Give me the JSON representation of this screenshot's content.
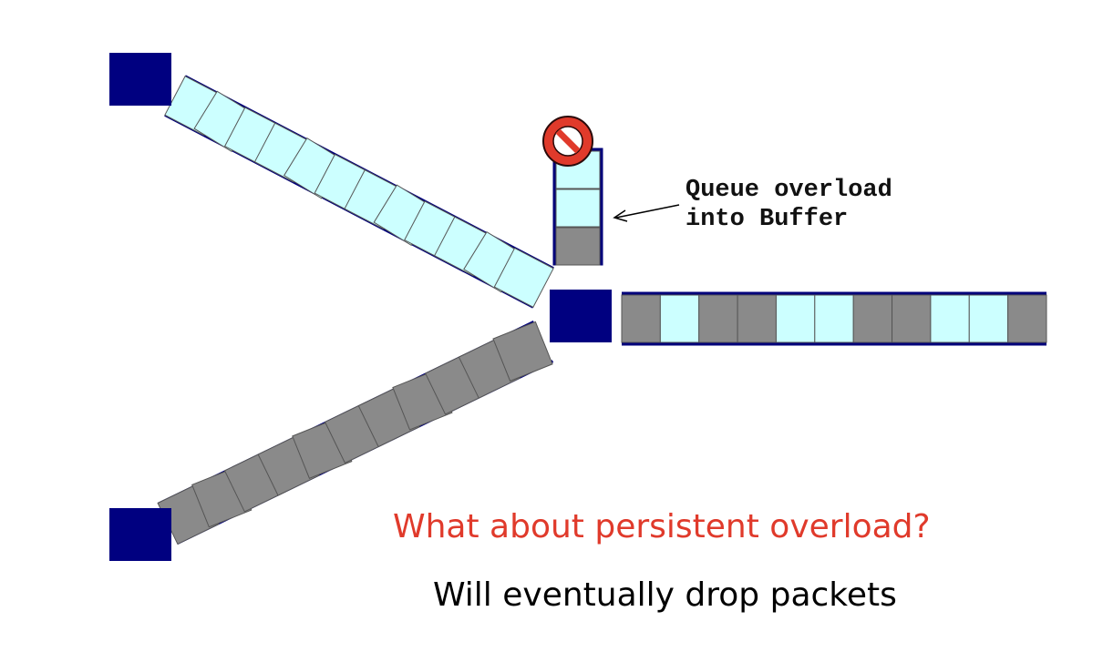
{
  "colors": {
    "node": "#000080",
    "link": "#00007a",
    "packet_light": "#ccffff",
    "packet_dark": "#8a8a8a",
    "packet_border": "#555555",
    "no_entry_red": "#e03a2b",
    "question_red": "#e03a2b",
    "answer_black": "#000000"
  },
  "links": {
    "top_input": {
      "packets": [
        "light",
        "light",
        "light",
        "light",
        "light",
        "light",
        "light",
        "light",
        "light",
        "light",
        "light",
        "light"
      ]
    },
    "bottom_input": {
      "packets": [
        "dark",
        "dark",
        "dark",
        "dark",
        "dark",
        "dark",
        "dark",
        "dark",
        "dark",
        "dark",
        "dark"
      ]
    },
    "output": {
      "packets": [
        "dark",
        "light",
        "dark",
        "dark",
        "light",
        "light",
        "dark",
        "dark",
        "light",
        "light",
        "dark"
      ]
    }
  },
  "buffer": {
    "slots": [
      "light",
      "light",
      "dark"
    ],
    "drop_icon": "no-entry-icon"
  },
  "buffer_label": {
    "line1": "Queue overload",
    "line2": "into Buffer"
  },
  "question": "What about persistent overload?",
  "answer": "Will eventually drop packets"
}
